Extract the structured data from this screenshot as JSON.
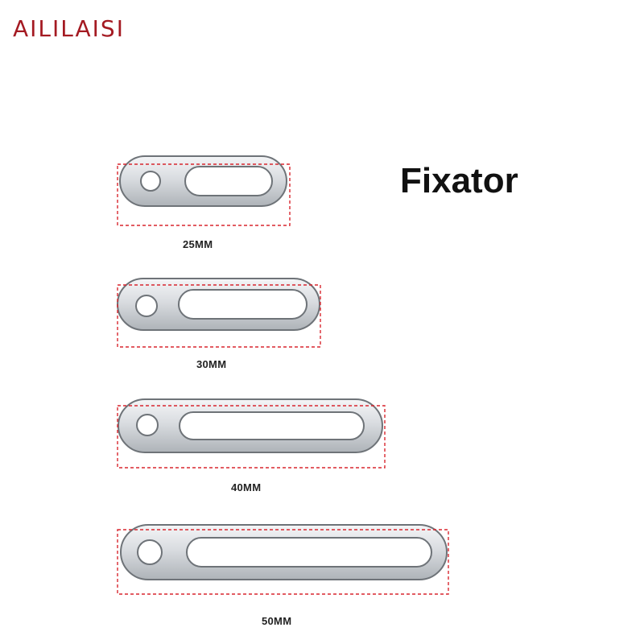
{
  "brand": {
    "name": "AILILAISI"
  },
  "title": "Fixator",
  "colors": {
    "brand": "#a41a22",
    "measure_line": "#d8272f",
    "metal_light": "#eef0f3",
    "metal_mid": "#c7cbd0",
    "metal_dark": "#6e7378"
  },
  "items": [
    {
      "size_label": "25MM"
    },
    {
      "size_label": "30MM"
    },
    {
      "size_label": "40MM"
    },
    {
      "size_label": "50MM"
    }
  ]
}
